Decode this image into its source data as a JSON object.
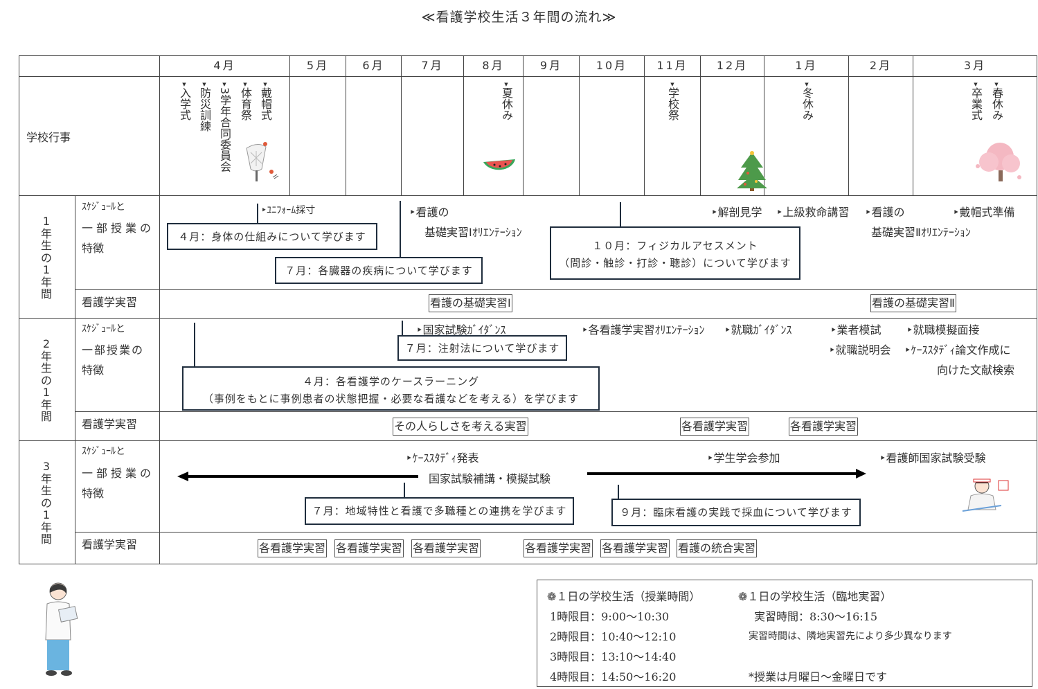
{
  "title": "≪看護学校生活３年間の流れ≫",
  "months": [
    "4月",
    "5月",
    "6月",
    "7月",
    "8月",
    "9月",
    "10月",
    "11月",
    "12月",
    "1月",
    "2月",
    "3月"
  ],
  "row_labels": {
    "school_events": "学校行事",
    "schedule_line1": "ｽｹｼﾞｭｰﾙと",
    "schedule_line2": "一部授業の",
    "schedule_line3": "特徴",
    "practicum": "看護学実習",
    "year1": "1年生の1年間",
    "year2": "2年生の1年間",
    "year3": "3年生の1年間"
  },
  "events": {
    "april": [
      "入学式",
      "防災訓練",
      "3学年合同委員会",
      "体育祭",
      "戴帽式"
    ],
    "august": "夏休み",
    "november": "学校祭",
    "january": "冬休み",
    "march": [
      "卒業式",
      "春休み"
    ]
  },
  "year1": {
    "items": {
      "uniform": "‣ﾕﾆﾌｫｰﾑ採寸",
      "basic1_a": "‣看護の",
      "basic1_b": "基礎実習Ⅰｵﾘｴﾝﾃｰｼｮﾝ",
      "anatomy": "‣解剖見学",
      "lifesaving": "‣上級救命講習",
      "basic2_a": "‣看護の",
      "basic2_b": "基礎実習Ⅱｵﾘｴﾝﾃｰｼｮﾝ",
      "capping_prep": "‣戴帽式準備"
    },
    "boxes": {
      "april": "４月：身体の仕組みについて学びます",
      "july": "７月：各臓器の疾病について学びます",
      "october_1": "１０月：フィジカルアセスメント",
      "october_2": "（問診・触診・打診・聴診）について学びます"
    },
    "practicum": [
      "看護の基礎実習Ⅰ",
      "看護の基礎実習Ⅱ"
    ]
  },
  "year2": {
    "items": {
      "exam_guidance": "‣国家試験ｶﾞｲﾀﾞﾝｽ",
      "orientation": "‣各看護学実習ｵﾘｴﾝﾃｰｼｮﾝ",
      "job_guidance": "‣就職ｶﾞｲﾀﾞﾝｽ",
      "mock_trader": "‣業者模試",
      "mock_interview": "‣就職模擬面接",
      "job_fair": "‣就職説明会",
      "case_study_1": "‣ｹｰｽｽﾀﾃﾞｨ論文作成に",
      "case_study_2": "向けた文献検索"
    },
    "boxes": {
      "july": "７月：注射法について学びます",
      "april_1": "４月：各看護学のケースラーニング",
      "april_2": "（事例をもとに事例患者の状態把握・必要な看護などを考える）を学びます"
    },
    "practicum": [
      "その人らしさを考える実習",
      "各看護学実習",
      "各看護学実習"
    ]
  },
  "year3": {
    "items": {
      "case_presentation": "‣ｹｰｽｽﾀﾃﾞｨ発表",
      "exam_support": "国家試験補講・模擬試験",
      "conference": "‣学生学会参加",
      "national_exam": "‣看護師国家試験受験"
    },
    "boxes": {
      "july": "７月：地域特性と看護で多職種との連携を学びます",
      "september": "９月：臨床看護の実践で採血について学びます"
    },
    "practicum": [
      "各看護学実習",
      "各看護学実習",
      "各看護学実習",
      "各看護学実習",
      "各看護学実習",
      "看護の統合実習"
    ]
  },
  "schedule": {
    "class_title": "❁１日の学校生活（授業時間）",
    "periods": [
      "1時限目：9:00〜10:30",
      "2時限目：10:40〜12:10",
      "3時限目：13:10〜14:40",
      "4時限目：14:50〜16:20"
    ],
    "practicum_title": "❁１日の学校生活（臨地実習）",
    "practicum_time": "実習時間：8:30〜16:15",
    "practicum_note": "実習時間は、隣地実習先により多少異なります",
    "weekday_note": "*授業は月曜日〜金曜日です"
  },
  "colors": {
    "box_border": "#1f2d3d",
    "grid": "#444444",
    "arrow": "#000000"
  }
}
